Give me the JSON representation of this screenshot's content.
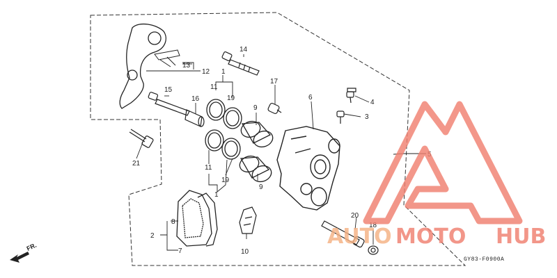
{
  "diagram": {
    "code": "GY83-F0900A",
    "fr_label": "FR.",
    "callouts": {
      "c1a": "1",
      "c1b": "1",
      "c2": "2",
      "c3": "3",
      "c4": "4",
      "c5": "5",
      "c6": "6",
      "c7": "7",
      "c8": "8",
      "c9a": "9",
      "c9b": "9",
      "c10": "10",
      "c11a": "11",
      "c11b": "11",
      "c12": "12",
      "c13": "13",
      "c14": "14",
      "c15": "15",
      "c16": "16",
      "c17": "17",
      "c18": "18",
      "c19a": "19",
      "c19b": "19",
      "c20": "20",
      "c21": "21"
    }
  },
  "watermark": {
    "word_1": "AUTO",
    "word_2": "MOTO",
    "word_3": "HUB",
    "color_primary": "#f08070",
    "color_secondary": "#f5b183"
  }
}
